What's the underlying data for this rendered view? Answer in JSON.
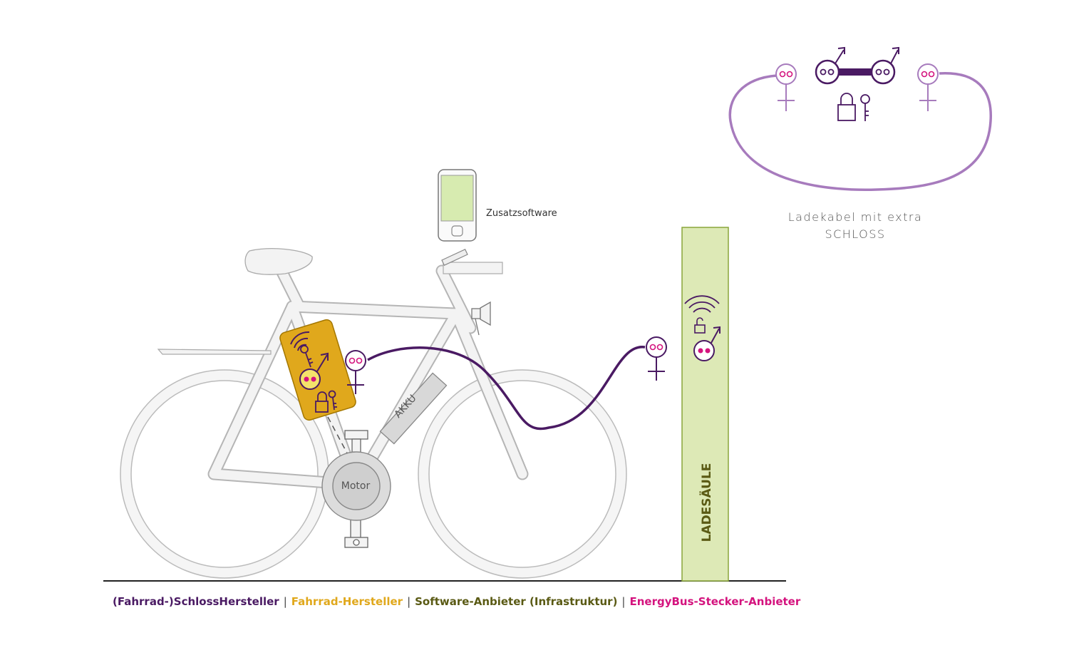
{
  "labels": {
    "software": "Zusatzsoftware",
    "cable_line1": "Ladekabel mit extra",
    "cable_line2": "SCHLOSS",
    "battery": "AKKU",
    "motor": "Motor",
    "station": "LADESÄULE"
  },
  "legend": [
    {
      "text": "(Fahrrad-)SchlossHersteller",
      "color": "#4a1a63"
    },
    {
      "text": "Fahrrad-Hersteller",
      "color": "#e0a81c"
    },
    {
      "text": "Software-Anbieter (Infrastruktur)",
      "color": "#5a5a14"
    },
    {
      "text": "EnergyBus-Stecker-Anbieter",
      "color": "#d4137e"
    }
  ],
  "legend_separator": "|",
  "colors": {
    "purple": "#4a1a63",
    "light_purple": "#a77bbd",
    "magenta": "#d4137e",
    "yellow": "#e0a81c",
    "green_fill": "#dde9b6",
    "green_stroke": "#8aa63a",
    "bike_stroke": "#b7b7b7",
    "bike_fill": "#f2f2f2"
  }
}
